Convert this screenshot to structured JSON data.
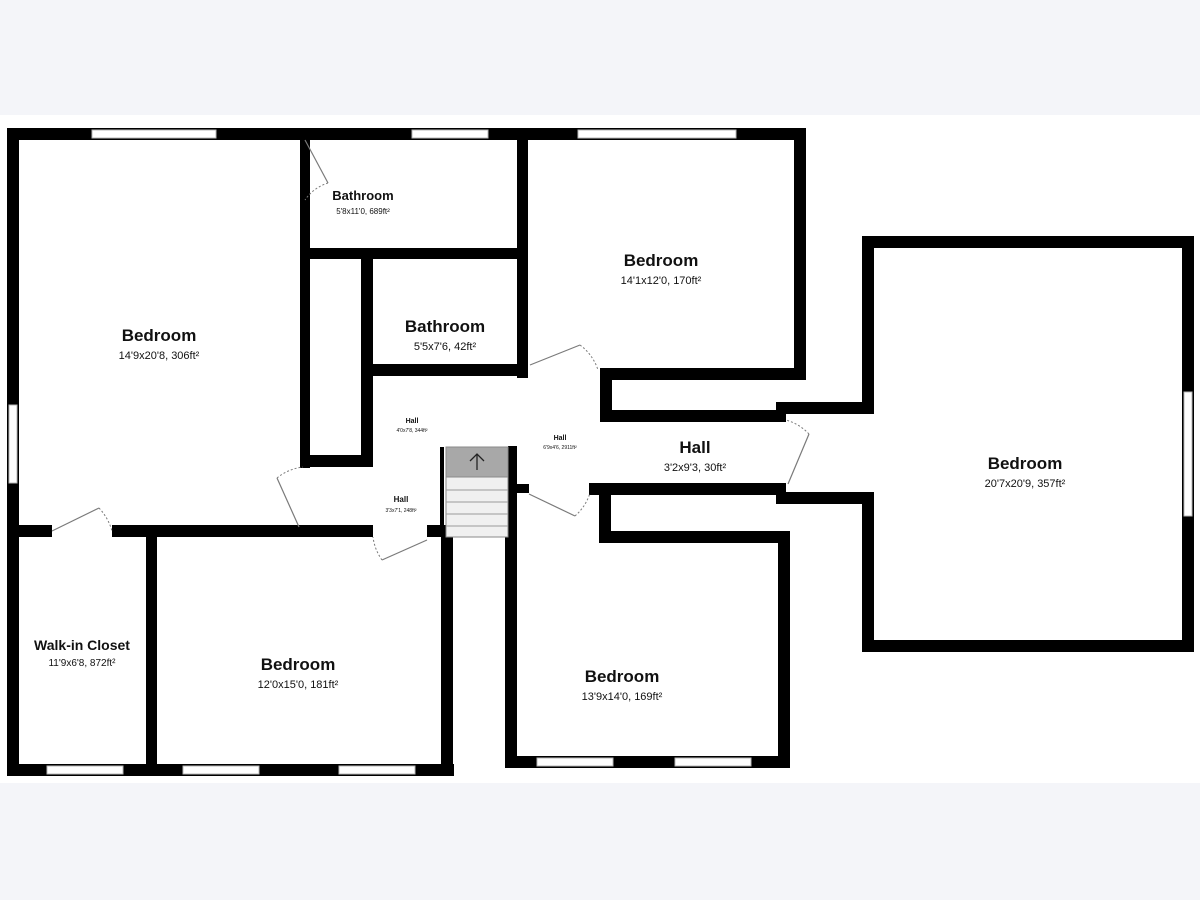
{
  "rooms": [
    {
      "name": "Bedroom",
      "dims": "14'9x20'8, 306ft²"
    },
    {
      "name": "Bathroom",
      "dims": "5'8x11'0, 689ft²"
    },
    {
      "name": "Bedroom",
      "dims": "14'1x12'0, 170ft²"
    },
    {
      "name": "Bathroom",
      "dims": "5'5x7'6, 42ft²"
    },
    {
      "name": "Hall",
      "dims": "4'0x7'8, 344ft²"
    },
    {
      "name": "Hall",
      "dims": "6'9x4'6, 2911ft²"
    },
    {
      "name": "Hall",
      "dims": "3'2x9'3, 30ft²"
    },
    {
      "name": "Bedroom",
      "dims": "20'7x20'9, 357ft²"
    },
    {
      "name": "Hall",
      "dims": "3'3x7'1, 248ft²"
    },
    {
      "name": "Walk-in Closet",
      "dims": "11'9x6'8, 872ft²"
    },
    {
      "name": "Bedroom",
      "dims": "12'0x15'0, 181ft²"
    },
    {
      "name": "Bedroom",
      "dims": "13'9x14'0, 169ft²"
    }
  ],
  "stairs": {
    "direction": "up",
    "arrow_icon": "up-arrow-icon"
  },
  "colors": {
    "background": "#f4f5f9",
    "canvas": "#ffffff",
    "wall": "#000000",
    "stair_fill": "#a8a8a8"
  }
}
